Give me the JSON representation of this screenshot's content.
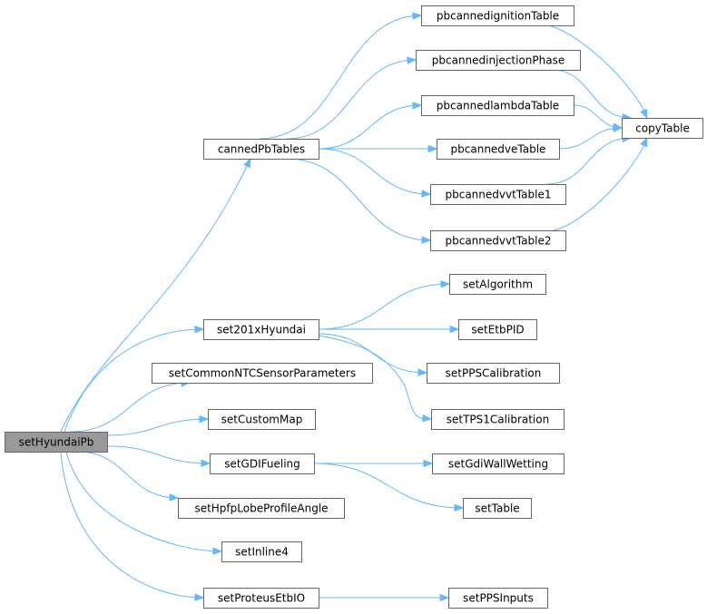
{
  "graph": {
    "nodes": [
      {
        "id": "setHyundaiPb",
        "label": "setHyundaiPb",
        "root": true
      },
      {
        "id": "cannedPbTables",
        "label": "cannedPbTables"
      },
      {
        "id": "pbcannedignitionTable",
        "label": "pbcannedignitionTable"
      },
      {
        "id": "pbcannedinjectionPhase",
        "label": "pbcannedinjectionPhase"
      },
      {
        "id": "pbcannedlambdaTable",
        "label": "pbcannedlambdaTable"
      },
      {
        "id": "pbcannedveTable",
        "label": "pbcannedveTable"
      },
      {
        "id": "pbcannedvvtTable1",
        "label": "pbcannedvvtTable1"
      },
      {
        "id": "pbcannedvvtTable2",
        "label": "pbcannedvvtTable2"
      },
      {
        "id": "copyTable",
        "label": "copyTable"
      },
      {
        "id": "set201xHyundai",
        "label": "set201xHyundai"
      },
      {
        "id": "setAlgorithm",
        "label": "setAlgorithm"
      },
      {
        "id": "setEtbPID",
        "label": "setEtbPID"
      },
      {
        "id": "setPPSCalibration",
        "label": "setPPSCalibration"
      },
      {
        "id": "setTPS1Calibration",
        "label": "setTPS1Calibration"
      },
      {
        "id": "setCommonNTCSensorParameters",
        "label": "setCommonNTCSensorParameters"
      },
      {
        "id": "setCustomMap",
        "label": "setCustomMap"
      },
      {
        "id": "setGDIFueling",
        "label": "setGDIFueling"
      },
      {
        "id": "setGdiWallWetting",
        "label": "setGdiWallWetting"
      },
      {
        "id": "setTable",
        "label": "setTable"
      },
      {
        "id": "setHpfpLobeProfileAngle",
        "label": "setHpfpLobeProfileAngle"
      },
      {
        "id": "setInline4",
        "label": "setInline4"
      },
      {
        "id": "setProteusEtbIO",
        "label": "setProteusEtbIO"
      },
      {
        "id": "setPPSInputs",
        "label": "setPPSInputs"
      }
    ],
    "edges": [
      {
        "from": "setHyundaiPb",
        "to": "cannedPbTables"
      },
      {
        "from": "setHyundaiPb",
        "to": "set201xHyundai"
      },
      {
        "from": "setHyundaiPb",
        "to": "setCommonNTCSensorParameters"
      },
      {
        "from": "setHyundaiPb",
        "to": "setCustomMap"
      },
      {
        "from": "setHyundaiPb",
        "to": "setGDIFueling"
      },
      {
        "from": "setHyundaiPb",
        "to": "setHpfpLobeProfileAngle"
      },
      {
        "from": "setHyundaiPb",
        "to": "setInline4"
      },
      {
        "from": "setHyundaiPb",
        "to": "setProteusEtbIO"
      },
      {
        "from": "cannedPbTables",
        "to": "pbcannedignitionTable"
      },
      {
        "from": "cannedPbTables",
        "to": "pbcannedinjectionPhase"
      },
      {
        "from": "cannedPbTables",
        "to": "pbcannedlambdaTable"
      },
      {
        "from": "cannedPbTables",
        "to": "pbcannedveTable"
      },
      {
        "from": "cannedPbTables",
        "to": "pbcannedvvtTable1"
      },
      {
        "from": "cannedPbTables",
        "to": "pbcannedvvtTable2"
      },
      {
        "from": "pbcannedignitionTable",
        "to": "copyTable"
      },
      {
        "from": "pbcannedinjectionPhase",
        "to": "copyTable"
      },
      {
        "from": "pbcannedlambdaTable",
        "to": "copyTable"
      },
      {
        "from": "pbcannedveTable",
        "to": "copyTable"
      },
      {
        "from": "pbcannedvvtTable1",
        "to": "copyTable"
      },
      {
        "from": "pbcannedvvtTable2",
        "to": "copyTable"
      },
      {
        "from": "set201xHyundai",
        "to": "setAlgorithm"
      },
      {
        "from": "set201xHyundai",
        "to": "setEtbPID"
      },
      {
        "from": "set201xHyundai",
        "to": "setPPSCalibration"
      },
      {
        "from": "set201xHyundai",
        "to": "setTPS1Calibration"
      },
      {
        "from": "setGDIFueling",
        "to": "setGdiWallWetting"
      },
      {
        "from": "setGDIFueling",
        "to": "setTable"
      },
      {
        "from": "setProteusEtbIO",
        "to": "setPPSInputs"
      }
    ]
  },
  "colors": {
    "edge": "#63b8ff",
    "node_border": "#666666",
    "node_fill": "#ffffff",
    "root_fill": "#999999"
  }
}
